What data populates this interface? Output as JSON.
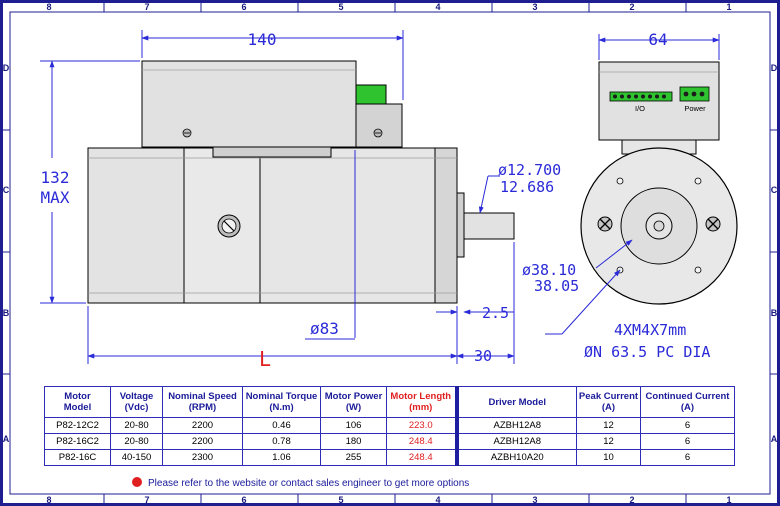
{
  "zones": {
    "top": [
      "8",
      "7",
      "6",
      "5",
      "4",
      "3",
      "2",
      "1"
    ],
    "bottom": [
      "8",
      "7",
      "6",
      "5",
      "4",
      "3",
      "2",
      "1"
    ],
    "left": [
      "D",
      "C",
      "B",
      "A"
    ],
    "right": [
      "D",
      "C",
      "B",
      "A"
    ]
  },
  "dims": {
    "width_140": "140",
    "height_132": "132",
    "height_max": "MAX",
    "shaft_top": "ø12.700",
    "shaft_bottom": "12.686",
    "body_dia": "ø83",
    "step_25": "2.5",
    "length_L": "L",
    "shaft_30": "30",
    "width_64": "64",
    "pilot_top": "ø38.10",
    "pilot_bottom": "38.05",
    "holes_line1": "4XM4X7mm",
    "holes_line2": "ØN 63.5 PC DIA"
  },
  "labels": {
    "io": "I/O",
    "power": "Power"
  },
  "table": {
    "headers": [
      "Motor\nModel",
      "Voltage\n(Vdc)",
      "Nominal Speed\n(RPM)",
      "Nominal Torque\n(N.m)",
      "Motor Power\n(W)",
      "Motor Length\n(mm)",
      "Driver Model",
      "Peak Current\n(A)",
      "Continued Current\n(A)"
    ],
    "rows": [
      [
        "P82-12C2",
        "20-80",
        "2200",
        "0.46",
        "106",
        "223.0",
        "AZBH12A8",
        "12",
        "6"
      ],
      [
        "P82-16C2",
        "20-80",
        "2200",
        "0.78",
        "180",
        "248.4",
        "AZBH12A8",
        "12",
        "6"
      ],
      [
        "P82-16C",
        "40-150",
        "2300",
        "1.06",
        "255",
        "248.4",
        "AZBH10A20",
        "10",
        "6"
      ]
    ]
  },
  "note": "Please refer to the website or contact sales engineer to get  more options",
  "colors": {
    "dimension": "#2a2ad8",
    "frame": "#1e1e90",
    "highlight": "#e02020",
    "terminal_green": "#2fc42f"
  }
}
